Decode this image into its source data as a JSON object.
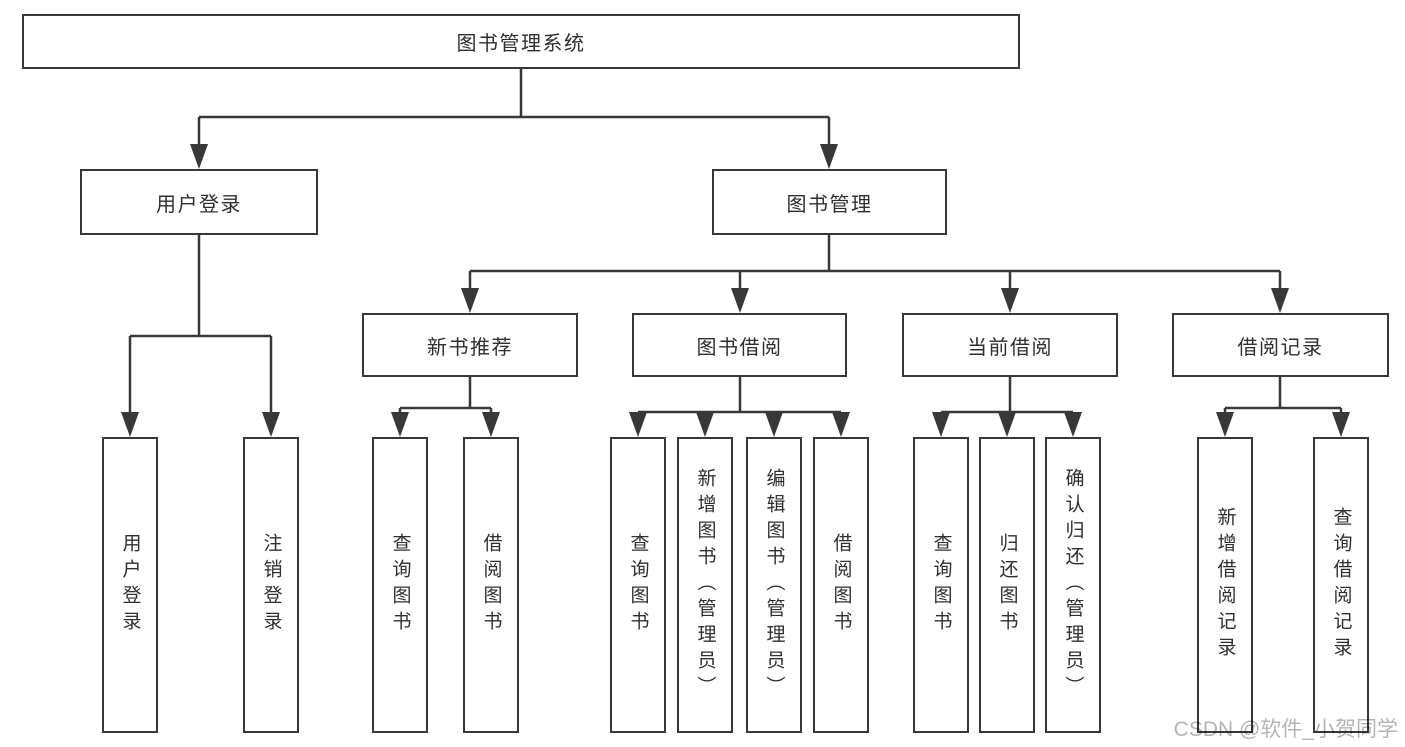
{
  "diagram_type": "hierarchy-tree",
  "colors": {
    "line": "#383838",
    "box_border": "#383838",
    "box_fill": "#ffffff",
    "text": "#2f2f2f",
    "watermark": "#b4b4b4",
    "background": "#ffffff"
  },
  "watermark": {
    "text": "CSDN @软件_小贺同学"
  },
  "tree": {
    "root": {
      "label": "图书管理系统",
      "children": [
        {
          "label": "用户登录",
          "children": [
            {
              "label": "用户登录"
            },
            {
              "label": "注销登录"
            }
          ]
        },
        {
          "label": "图书管理",
          "children": [
            {
              "label": "新书推荐",
              "children": [
                {
                  "label": "查询图书"
                },
                {
                  "label": "借阅图书"
                }
              ]
            },
            {
              "label": "图书借阅",
              "children": [
                {
                  "label": "查询图书"
                },
                {
                  "label": "新增图书（管理员）"
                },
                {
                  "label": "编辑图书（管理员）"
                },
                {
                  "label": "借阅图书"
                }
              ]
            },
            {
              "label": "当前借阅",
              "children": [
                {
                  "label": "查询图书"
                },
                {
                  "label": "归还图书"
                },
                {
                  "label": "确认归还（管理员）"
                }
              ]
            },
            {
              "label": "借阅记录",
              "children": [
                {
                  "label": "新增借阅记录"
                },
                {
                  "label": "查询借阅记录"
                }
              ]
            }
          ]
        }
      ]
    }
  }
}
